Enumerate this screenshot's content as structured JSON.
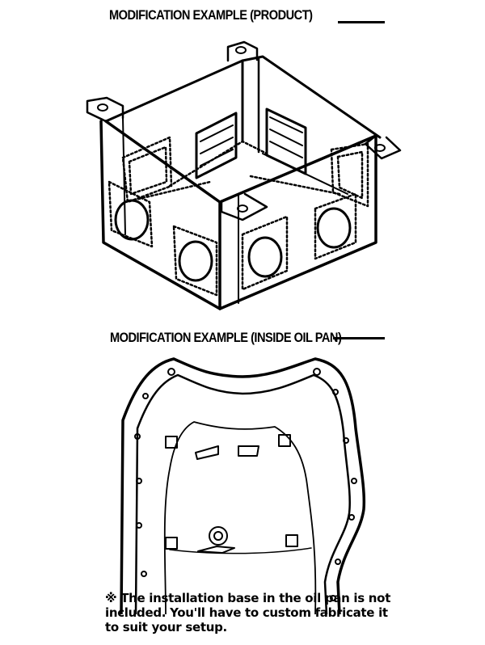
{
  "section1": {
    "title": "MODIFICATION EXAMPLE (PRODUCT)"
  },
  "section2": {
    "title": "MODIFICATION EXAMPLE (INSIDE OIL PAN)"
  },
  "note": {
    "line1": "※ The installation base in the oil pan is not",
    "line2": "included. You'll have to custom fabricate it",
    "line3": "to suit your setup."
  },
  "colors": {
    "ink": "#000000",
    "paper": "#ffffff"
  }
}
